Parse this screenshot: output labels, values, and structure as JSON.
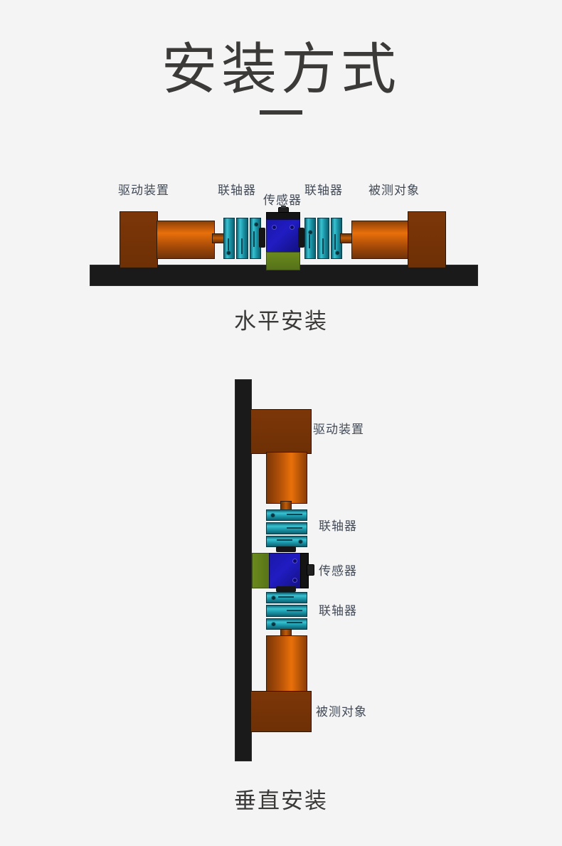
{
  "page": {
    "background_color": "#f4f4f4",
    "title": "安装方式",
    "title_color": "#3b3a38"
  },
  "figures": [
    {
      "id": "horizontal",
      "caption": "水平安装",
      "labels": [
        {
          "text": "驱动装置",
          "part": "drive-unit"
        },
        {
          "text": "联轴器",
          "part": "coupling-left"
        },
        {
          "text": "传感器",
          "part": "sensor"
        },
        {
          "text": "联轴器",
          "part": "coupling-right"
        },
        {
          "text": "被测对象",
          "part": "measured-object"
        }
      ],
      "colors": {
        "base_plate": "#1a1a1a",
        "mount_block": "#6e3005",
        "motor_body": "#e9700a",
        "coupling": "#1b97a8",
        "sensor_body": "#201cc2",
        "sensor_foot": "#56711a"
      }
    },
    {
      "id": "vertical",
      "caption": "垂直安装",
      "labels": [
        {
          "text": "驱动装置",
          "part": "drive-unit"
        },
        {
          "text": "联轴器",
          "part": "coupling-upper"
        },
        {
          "text": "传感器",
          "part": "sensor"
        },
        {
          "text": "联轴器",
          "part": "coupling-lower"
        },
        {
          "text": "被测对象",
          "part": "measured-object"
        }
      ],
      "colors": {
        "wall": "#1a1a1a",
        "mount_block": "#6e3005",
        "shaft_body": "#e9700a",
        "coupling": "#1b97a8",
        "sensor_body": "#201cc2",
        "sensor_foot": "#56711a"
      }
    }
  ]
}
